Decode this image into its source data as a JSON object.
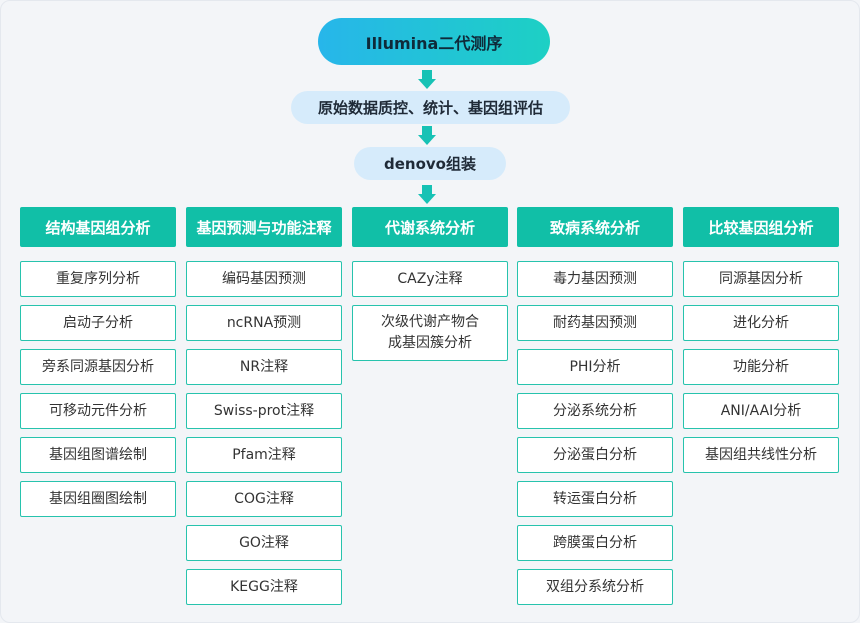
{
  "flow": {
    "top": "Illumina二代测序",
    "qc": "原始数据质控、统计、基因组评估",
    "assembly": "denovo组装"
  },
  "columns": [
    {
      "title": "结构基因组分析",
      "items": [
        "重复序列分析",
        "启动子分析",
        "旁系同源基因分析",
        "可移动元件分析",
        "基因组图谱绘制",
        "基因组圈图绘制"
      ]
    },
    {
      "title": "基因预测与功能注释",
      "items": [
        "编码基因预测",
        "ncRNA预测",
        "NR注释",
        "Swiss-prot注释",
        "Pfam注释",
        "COG注释",
        "GO注释",
        "KEGG注释"
      ]
    },
    {
      "title": "代谢系统分析",
      "items": [
        "CAZy注释",
        "次级代谢产物合成基因簇分析"
      ]
    },
    {
      "title": "致病系统分析",
      "items": [
        "毒力基因预测",
        "耐药基因预测",
        "PHI分析",
        "分泌系统分析",
        "分泌蛋白分析",
        "转运蛋白分析",
        "跨膜蛋白分析",
        "双组分系统分析"
      ]
    },
    {
      "title": "比较基因组分析",
      "items": [
        "同源基因分析",
        "进化分析",
        "功能分析",
        "ANI/AAI分析",
        "基因组共线性分析"
      ]
    }
  ],
  "colors": {
    "accent": "#11bfa7",
    "border": "#27c3ad",
    "step": "#d6ebfb"
  }
}
